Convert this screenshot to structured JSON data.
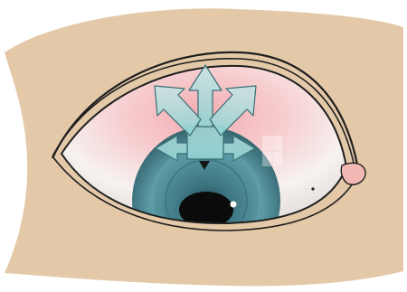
{
  "illustration": {
    "subject": "eye-with-directional-arrows",
    "colors": {
      "skin": "#e3c9a8",
      "outline": "#1f1f1f",
      "sclera_upper": "#f7b3b6",
      "sclera_lower": "#f4f1ef",
      "iris": "#4e8a96",
      "iris_dark": "#2b5e69",
      "pupil": "#0b0b0b",
      "caruncle": "#f1b8b4",
      "arrow_fill": "#9ad9da",
      "arrow_stroke": "#3a6f74"
    },
    "arrows": [
      "up",
      "up-left",
      "up-right",
      "left",
      "right"
    ]
  }
}
